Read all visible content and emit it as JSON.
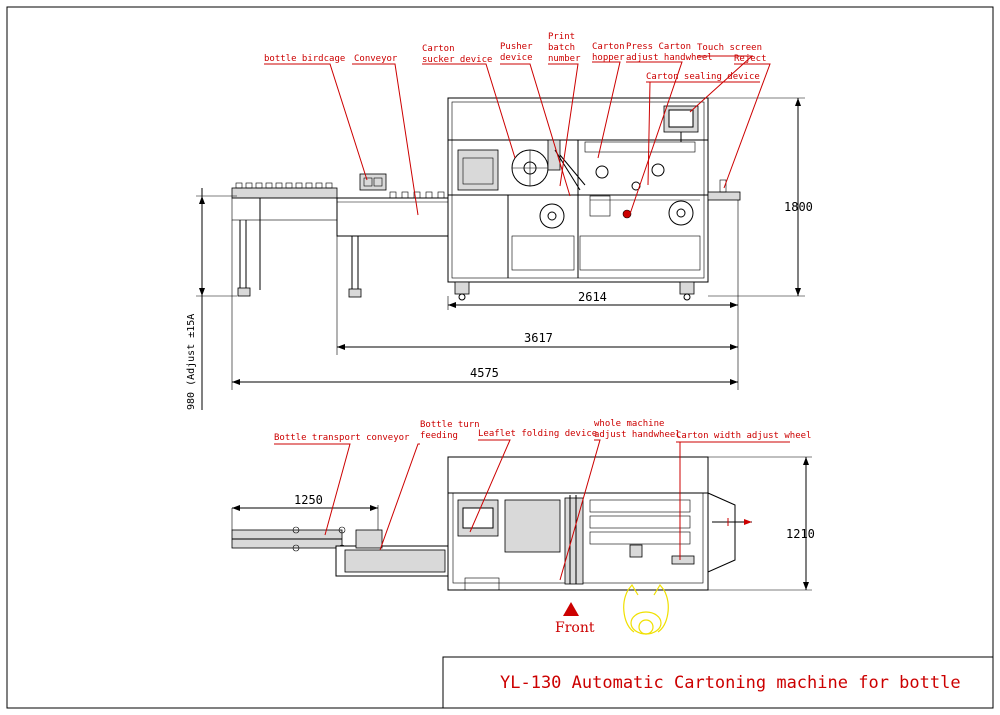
{
  "title": "YL-130 Automatic Cartoning machine for bottle",
  "front_label": "Front",
  "dimensions": {
    "height_total": "1800",
    "main_length": "2614",
    "mid_length": "3617",
    "total_length": "4575",
    "conveyor_height": "980 (Adjust ±15A",
    "feed_length": "1250",
    "width": "1210"
  },
  "labels": {
    "bottle_birdcage": "bottle birdcage",
    "conveyor": "Conveyor",
    "carton_sucker_1": "Carton",
    "carton_sucker_2": "sucker device",
    "pusher_1": "Pusher",
    "pusher_2": "device",
    "print_1": "Print",
    "print_2": "batch",
    "print_3": "number",
    "hopper_1": "Carton",
    "hopper_2": "hopper",
    "press_1": "Press Carton",
    "press_2": "adjust handwheel",
    "touch_screen": "Touch screen",
    "reject": "Reject",
    "sealing": "Carton sealing device",
    "bottle_transport": "Bottle transport conveyor",
    "turn_feed_1": "Bottle turn",
    "turn_feed_2": "feeding",
    "leaflet": "Leaflet folding device",
    "whole_1": "whole machine",
    "whole_2": "adjust handwheel",
    "carton_width": "Carton width adjust wheel"
  },
  "colors": {
    "annotation": "#cc0000",
    "line": "#000000",
    "operator": "#f0e000"
  },
  "icons": {
    "front_marker": "triangle-icon",
    "operator": "operator-figure-icon"
  }
}
